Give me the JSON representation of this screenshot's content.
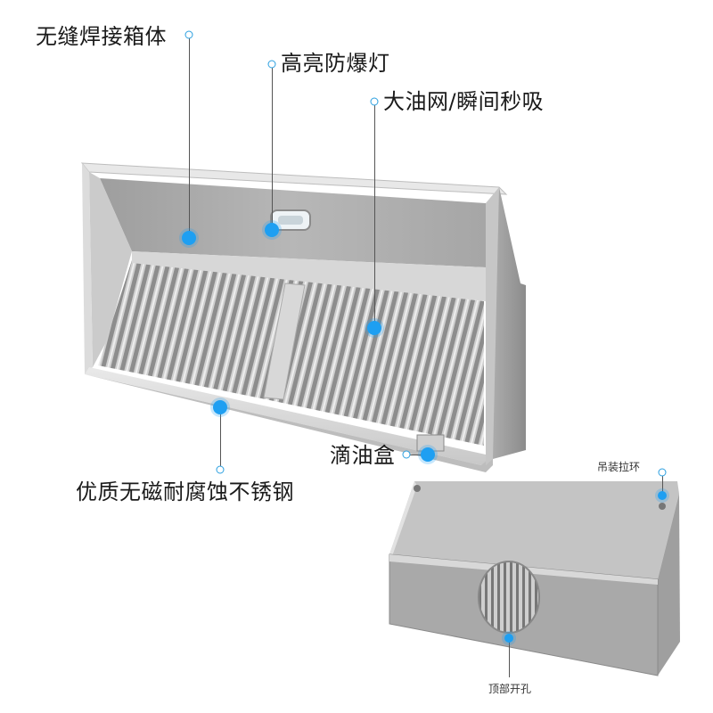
{
  "callouts": {
    "welded_box": "无缝焊接箱体",
    "explosion_proof_light": "高亮防爆灯",
    "oil_filter": "大油网/瞬间秒吸",
    "drip_tray": "滴油盒",
    "stainless_steel": "优质无磁耐腐蚀不锈钢",
    "hanging_ring": "吊装拉环",
    "top_hole": "顶部开孔"
  },
  "colors": {
    "accent": "#1e9ff2",
    "steel_light": "#d9d9d9",
    "steel_mid": "#b9b9b9",
    "steel_dark": "#8e8e8e"
  }
}
